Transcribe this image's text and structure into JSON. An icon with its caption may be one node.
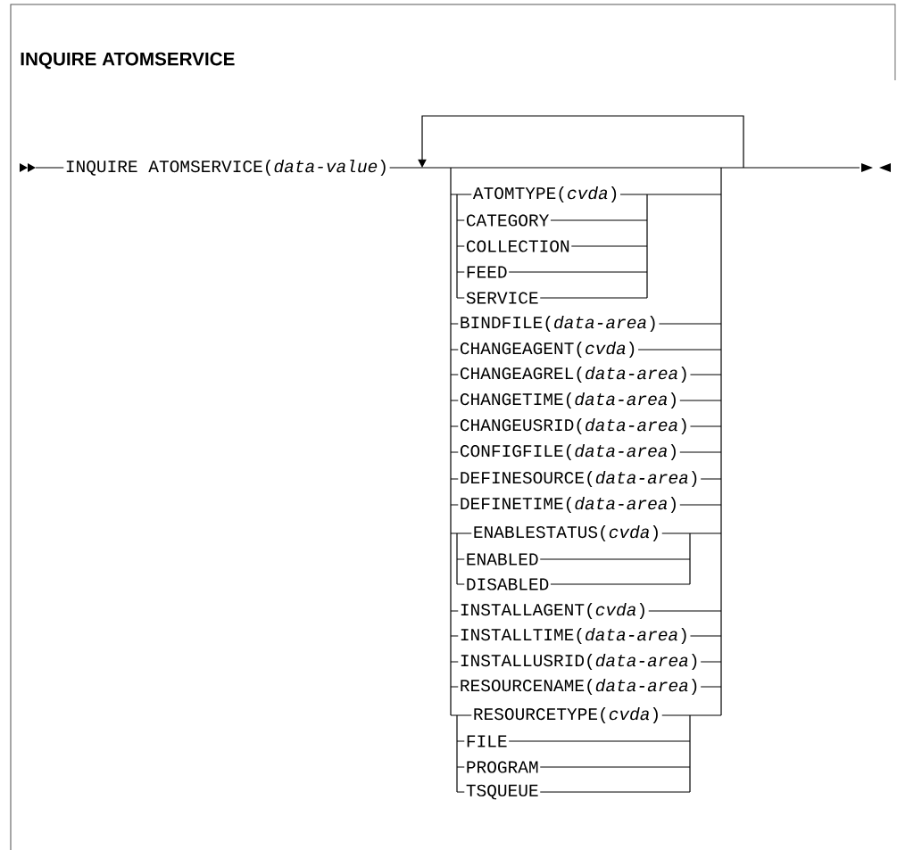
{
  "diagram": {
    "title": "INQUIRE ATOMSERVICE",
    "labels": [
      "INQUIRE ATOMSERVICE(*data-value*)",
      "ATOMTYPE(*cvda*)",
      "CATEGORY",
      "COLLECTION",
      "FEED",
      "SERVICE",
      "BINDFILE(*data-area*)",
      "CHANGEAGENT(*cvda*)",
      "CHANGEAGREL(*data-area*)",
      "CHANGETIME(*data-area*)",
      "CHANGEUSRID(*data-area*)",
      "CONFIGFILE(*data-area*)",
      "DEFINESOURCE(*data-area*)",
      "DEFINETIME(*data-area*)",
      "ENABLESTATUS(*cvda*)",
      "ENABLED",
      "DISABLED",
      "INSTALLAGENT(*cvda*)",
      "INSTALLTIME(*data-area*)",
      "INSTALLUSRID(*data-area*)",
      "RESOURCENAME(*data-area*)",
      "RESOURCETYPE(*cvda*)",
      "FILE",
      "PROGRAM",
      "TSQUEUE"
    ]
  }
}
